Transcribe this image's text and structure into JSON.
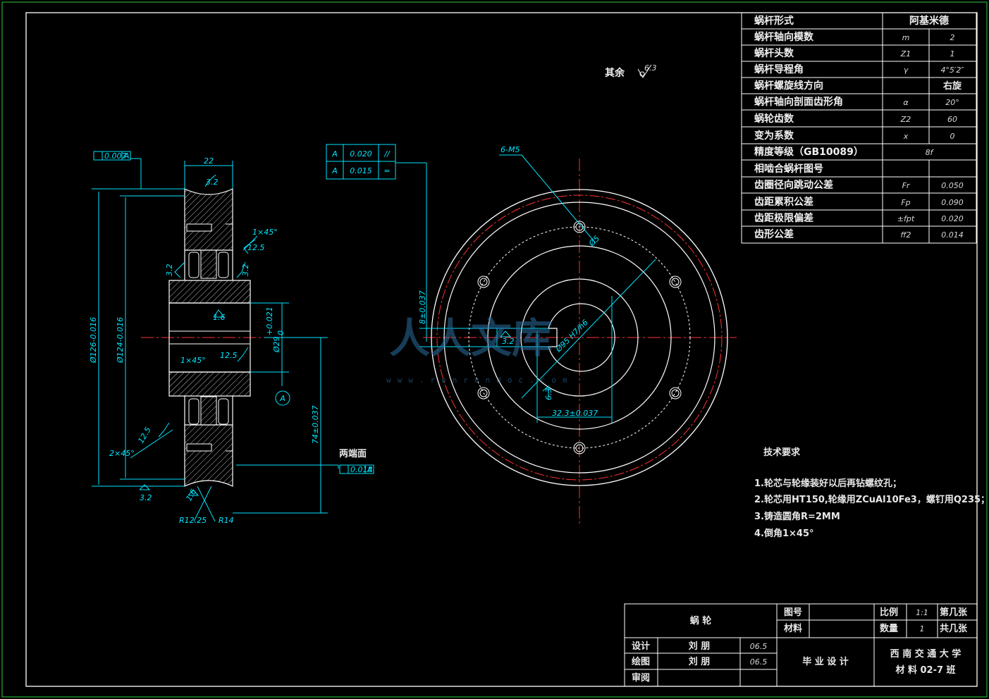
{
  "params_table": {
    "rows": [
      {
        "name": "蜗杆形式",
        "symbol": "",
        "value": "阿基米德"
      },
      {
        "name": "蜗杆轴向模数",
        "symbol": "m",
        "value": "2"
      },
      {
        "name": "蜗杆头数",
        "symbol": "Z1",
        "value": "1"
      },
      {
        "name": "蜗杆导程角",
        "symbol": "γ",
        "value": "4°5′2″"
      },
      {
        "name": "蜗杆螺旋线方向",
        "symbol": "",
        "value": "右旋"
      },
      {
        "name": "蜗杆轴向剖面齿形角",
        "symbol": "α",
        "value": "20°"
      },
      {
        "name": "蜗轮齿数",
        "symbol": "Z2",
        "value": "60"
      },
      {
        "name": "变为系数",
        "symbol": "x",
        "value": "0"
      },
      {
        "name": "精度等级（GB10089）",
        "symbol": "",
        "value": "8f"
      },
      {
        "name": "相啮合蜗杆图号",
        "symbol": "",
        "value": ""
      },
      {
        "name": "齿圈径向跳动公差",
        "symbol": "Fr",
        "value": "0.050"
      },
      {
        "name": "齿距累积公差",
        "symbol": "Fp",
        "value": "0.090"
      },
      {
        "name": "齿距极限偏差",
        "symbol": "±fpt",
        "value": "0.020"
      },
      {
        "name": "齿形公差",
        "symbol": "ff2",
        "value": "0.014"
      }
    ]
  },
  "roughness_note": {
    "label": "其余",
    "value": "6.3"
  },
  "tolerance_frame": {
    "rows": [
      {
        "datum": "A",
        "value": "0.020",
        "symbol": "//"
      },
      {
        "datum": "A",
        "value": "0.015",
        "symbol": "="
      }
    ]
  },
  "section_view": {
    "dims": {
      "width": "22",
      "dia_outer": "Ø126-0.016",
      "dia_throat": "Ø124-0.016",
      "bore": "Ø29",
      "bore_tol_upper": "+0.021",
      "bore_tol_lower": "0",
      "height": "74±0.037",
      "runout_top": "0.007",
      "runout_bottom": "0.018",
      "datum": "A",
      "chamfer_1": "1×45°",
      "chamfer_2": "1×45°",
      "chamfer_3": "2×45°",
      "r1": "R12.25",
      "r2": "R14",
      "end_faces_label": "两端面"
    },
    "roughness": [
      "3.2",
      "12.5",
      "3.2",
      "3.2",
      "1.6",
      "12.5",
      "12.5",
      "3.2",
      "1.6"
    ]
  },
  "front_view": {
    "dims": {
      "thread_holes": "6-M5",
      "keyway_width": "8±0.037",
      "keyway_depth": "32.3±0.037",
      "fit": "Ø95 H7/h6",
      "small_circle": "Ø5"
    },
    "roughness": [
      "3.2",
      "6.3"
    ]
  },
  "watermark": {
    "text": "人人文库",
    "url": "www.renrendoc.com"
  },
  "tech_requirements": {
    "title": "技术要求",
    "items": [
      "1.轮芯与轮缘装好以后再钻螺纹孔；",
      "2.轮芯用HT150,轮缘用ZCuAl10Fe3，螺钉用Q235；",
      "3.铸造圆角R=2MM",
      "4.倒角1×45°"
    ]
  },
  "title_block": {
    "part_name": "蜗    轮",
    "drawing_no_label": "图号",
    "material_label": "材料",
    "scale_label": "比例",
    "scale_value": "1:1",
    "quantity_label": "数量",
    "quantity_value": "1",
    "sheet_label": "第几张",
    "total_label": "共几张",
    "design_label": "设计",
    "drafting_label": "绘图",
    "review_label": "审阅",
    "designer": "刘  朋",
    "drafter": "刘  朋",
    "design_date": "06.5",
    "draft_date": "06.5",
    "project": "毕  业  设  计",
    "school": "西 南 交 通 大 学",
    "class": "材 料 02-7 班"
  },
  "colors": {
    "background": "#000000",
    "lines": "#ffffff",
    "dimensions": "#00e5ff",
    "centerline": "#ff3030"
  }
}
